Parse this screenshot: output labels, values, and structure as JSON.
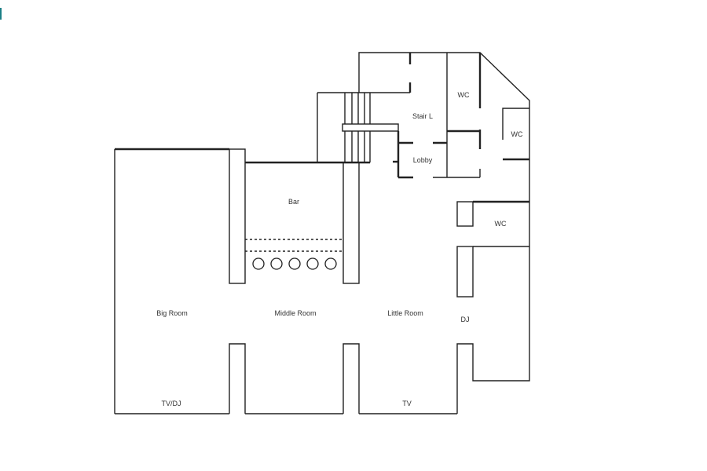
{
  "accent_color": "#1b7f86",
  "rooms": {
    "bar": "Bar",
    "big_room": "Big Room",
    "middle_room": "Middle Room",
    "little_room": "Little Room",
    "dj": "DJ",
    "tv_dj": "TV/DJ",
    "tv": "TV",
    "wc_1": "WC",
    "wc_2": "WC",
    "wc_3": "WC",
    "stair": "Stair L",
    "lobby": "Lobby"
  }
}
